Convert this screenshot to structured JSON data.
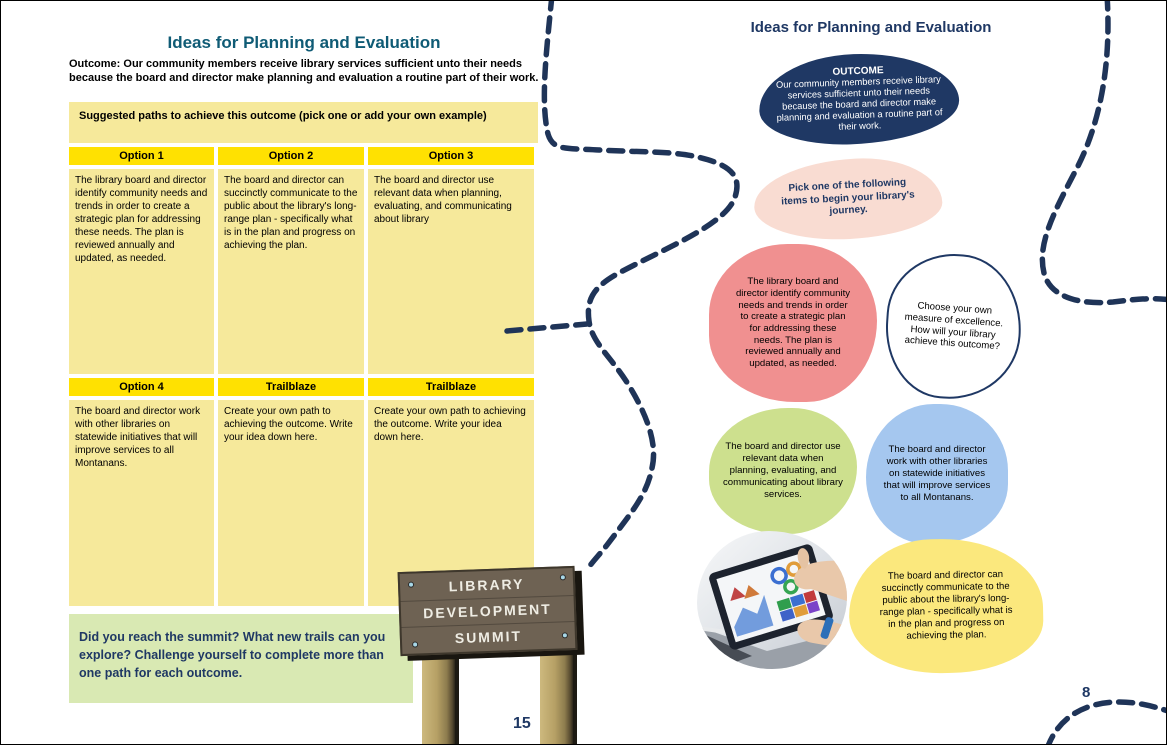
{
  "left": {
    "title": "Ideas for Planning and Evaluation",
    "outcome": "Outcome: Our community members receive library services sufficient unto their needs because the board and director make planning and evaluation a routine part of their work.",
    "banner": "Suggested paths to achieve this outcome (pick one or add your own example)",
    "table": {
      "headers1": [
        "Option 1",
        "Option 2",
        "Option 3"
      ],
      "cells1": [
        "The library board and director identify community needs and trends in order to create a strategic plan for addressing these needs. The plan is reviewed annually and updated, as needed.",
        "The board and director can succinctly communicate to the public about the library's long-range plan - specifically what is in the plan and progress on achieving the plan.",
        "The board and director use relevant data when planning, evaluating, and communicating about library"
      ],
      "headers2": [
        "Option 4",
        "Trailblaze",
        "Trailblaze"
      ],
      "cells2": [
        "The board and director work with other libraries on statewide initiatives that will improve services to all Montanans.",
        "Create your own path to achieving the outcome. Write your idea down here.",
        "Create your own path to achieving the outcome. Write your idea down here."
      ]
    },
    "challenge": "Did you reach the summit? What new trails can you explore? Challenge yourself to complete more than one path for each outcome.",
    "sign": [
      "LIBRARY",
      "DEVELOPMENT",
      "SUMMIT"
    ],
    "page_number": "15"
  },
  "right": {
    "title": "Ideas for Planning and Evaluation",
    "outcome": {
      "heading": "OUTCOME",
      "body": "Our community members receive library services sufficient unto their needs because the board and director make planning and evaluation a routine part of their work."
    },
    "blobs": {
      "pick": "Pick one of the following items to begin your library's journey.",
      "plan": "The library board and director identify community needs and trends in order to create a strategic plan for addressing these needs. The plan is reviewed annually and updated, as needed.",
      "choose": "Choose your own measure of excellence. How will your library achieve this outcome?",
      "data": "The board and director use relevant data when planning, evaluating, and communicating about library services.",
      "statewide": "The board and director work with other libraries on statewide initiatives that will improve services to all Montanans.",
      "communicate": "The board and director can succinctly communicate to the public about the library's long-range plan - specifically what is in the plan and progress on achieving the plan."
    },
    "page_number": "8"
  },
  "colors": {
    "left_title": "#0F5B75",
    "navy": "#1F3864",
    "table_header_yellow": "#FFE101",
    "table_cell_yellow": "#F6E99B",
    "challenge_green": "#D9E9B3",
    "blob_pink": "#F9DCD2",
    "blob_red": "#F09090",
    "blob_green": "#CDE08E",
    "blob_blue": "#A5C7EF",
    "blob_yellow": "#FBE87D",
    "sign_brown": "#6E6253"
  }
}
